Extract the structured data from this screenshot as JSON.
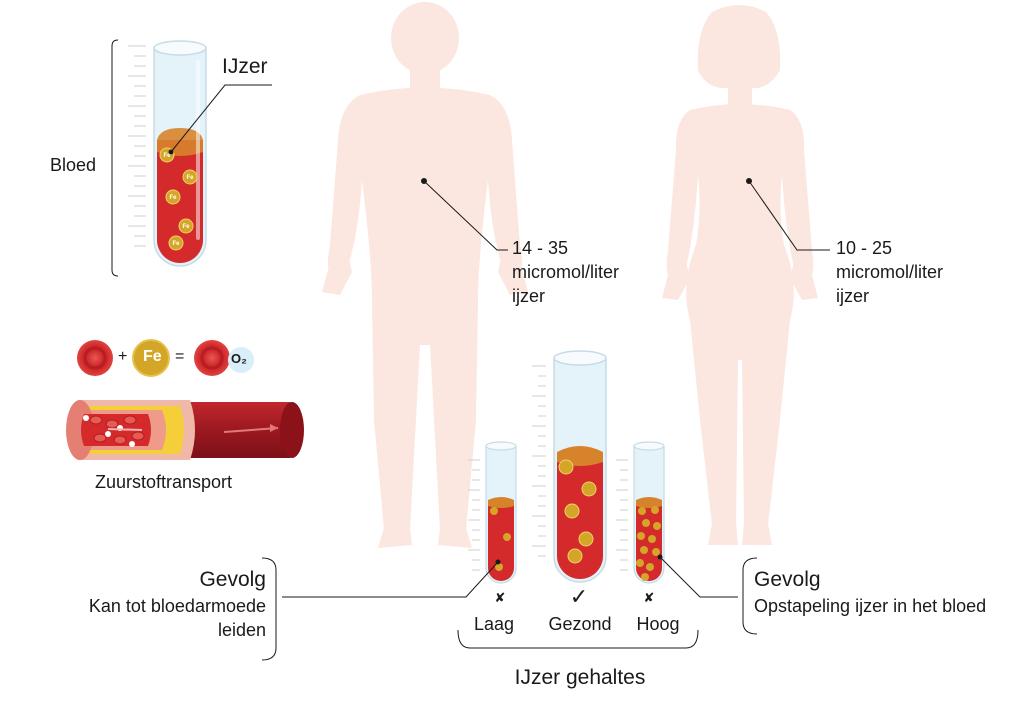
{
  "labels": {
    "ijzer": "IJzer",
    "bloed": "Bloed",
    "male_value": "14 - 35",
    "male_unit": "micromol/liter",
    "male_what": "ijzer",
    "female_value": "10 - 25",
    "female_unit": "micromol/liter",
    "female_what": "ijzer",
    "transport": "Zuurstoftransport",
    "left_gevolg": "Gevolg",
    "left_line1": "Kan tot bloedarmoede",
    "left_line2": "leiden",
    "right_gevolg": "Gevolg",
    "right_line1": "Opstapeling ijzer in het bloed",
    "laag": "Laag",
    "gezond": "Gezond",
    "hoog": "Hoog",
    "mark_laag": "✘",
    "mark_gezond": "✓",
    "mark_hoog": "✘",
    "footer": "IJzer gehaltes",
    "fe": "Fe",
    "o2": "O₂",
    "plus": "+",
    "equals": "="
  },
  "colors": {
    "blood": "#d42a2c",
    "blood_dark": "#a81a1f",
    "iron": "#d4a628",
    "glass": "#dcedf6",
    "body": "#fbe7df",
    "oxygen": "#d8eef9"
  }
}
